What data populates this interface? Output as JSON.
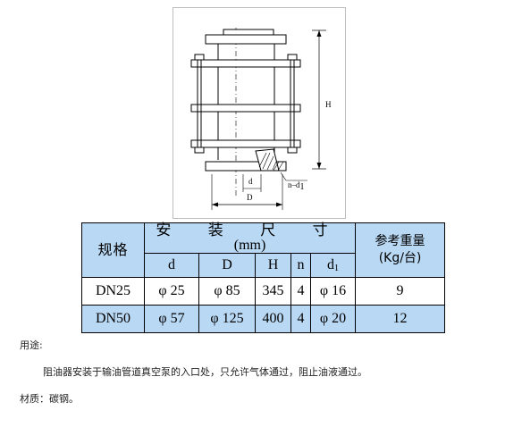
{
  "drawing": {
    "labels": {
      "d": "d",
      "D": "D",
      "H": "H",
      "nd1": "n–d",
      "nd1_sub": "1"
    }
  },
  "table": {
    "header": {
      "spec": "规格",
      "install_dims": "安 装 尺 寸",
      "unit": "(mm)",
      "weight_line1": "参考重量",
      "weight_line2": "(Kg/台)"
    },
    "columns": {
      "d": "d",
      "D": "D",
      "H": "H",
      "n": "n",
      "d1": "d",
      "d1_sub": "1"
    },
    "rows": [
      {
        "spec": "DN25",
        "d": "φ 25",
        "D": "φ 85",
        "H": "345",
        "n": "4",
        "d1": "φ 16",
        "weight": "9"
      },
      {
        "spec": "DN50",
        "d": "φ 57",
        "D": "φ 125",
        "H": "400",
        "n": "4",
        "d1": "φ 20",
        "weight": "12"
      }
    ]
  },
  "usage": {
    "label": "用途:",
    "text": "阻油器安装于输油管道真空泵的入口处，只允许气体通过，阻止油液通过。"
  },
  "material": {
    "text": "材质：碳钢。"
  }
}
